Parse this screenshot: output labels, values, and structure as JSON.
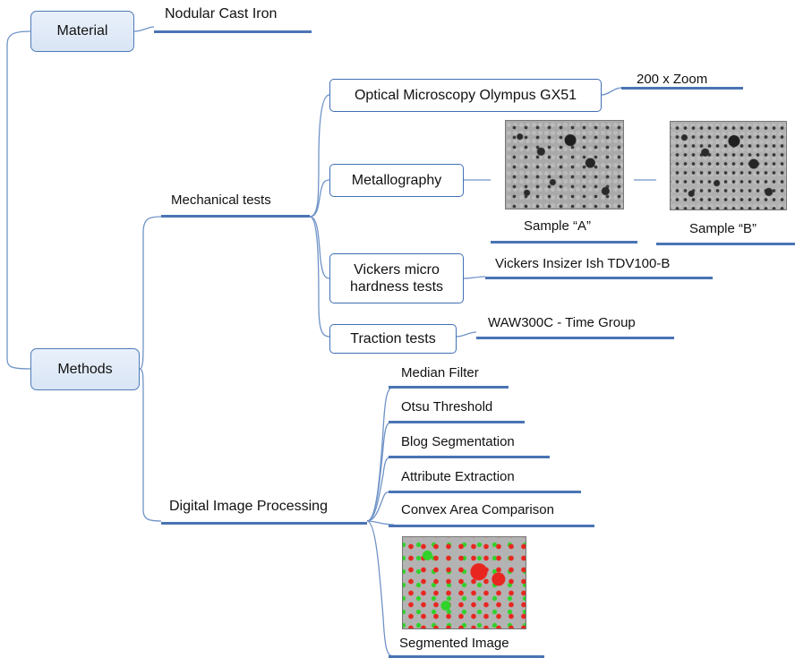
{
  "root": {
    "material": "Material",
    "methods": "Methods"
  },
  "material_branch": {
    "item": "Nodular Cast Iron"
  },
  "methods_branch": {
    "mechanical": {
      "label": "Mechanical tests",
      "optical": {
        "box": "Optical Microscopy Olympus GX51",
        "detail": "200 x Zoom"
      },
      "metallography": {
        "box": "Metallography",
        "sample_a": "Sample “A”",
        "sample_b": "Sample “B”"
      },
      "vickers": {
        "box_line1": "Vickers micro",
        "box_line2": "hardness tests",
        "detail": "Vickers Insizer Ish TDV100-B"
      },
      "traction": {
        "box": "Traction tests",
        "detail": "WAW300C - Time Group"
      }
    },
    "dip": {
      "label": "Digital Image Processing",
      "steps": [
        "Median Filter",
        "Otsu Threshold",
        "Blog Segmentation",
        "Attribute Extraction",
        "Convex Area Comparison"
      ],
      "segmented": "Segmented Image"
    }
  },
  "colors": {
    "node_border": "#4f7bb8",
    "node_fill": "#dce7f6",
    "connector": "#6f93c7",
    "segmented_red": "#e8261f",
    "segmented_green": "#31d22a"
  }
}
